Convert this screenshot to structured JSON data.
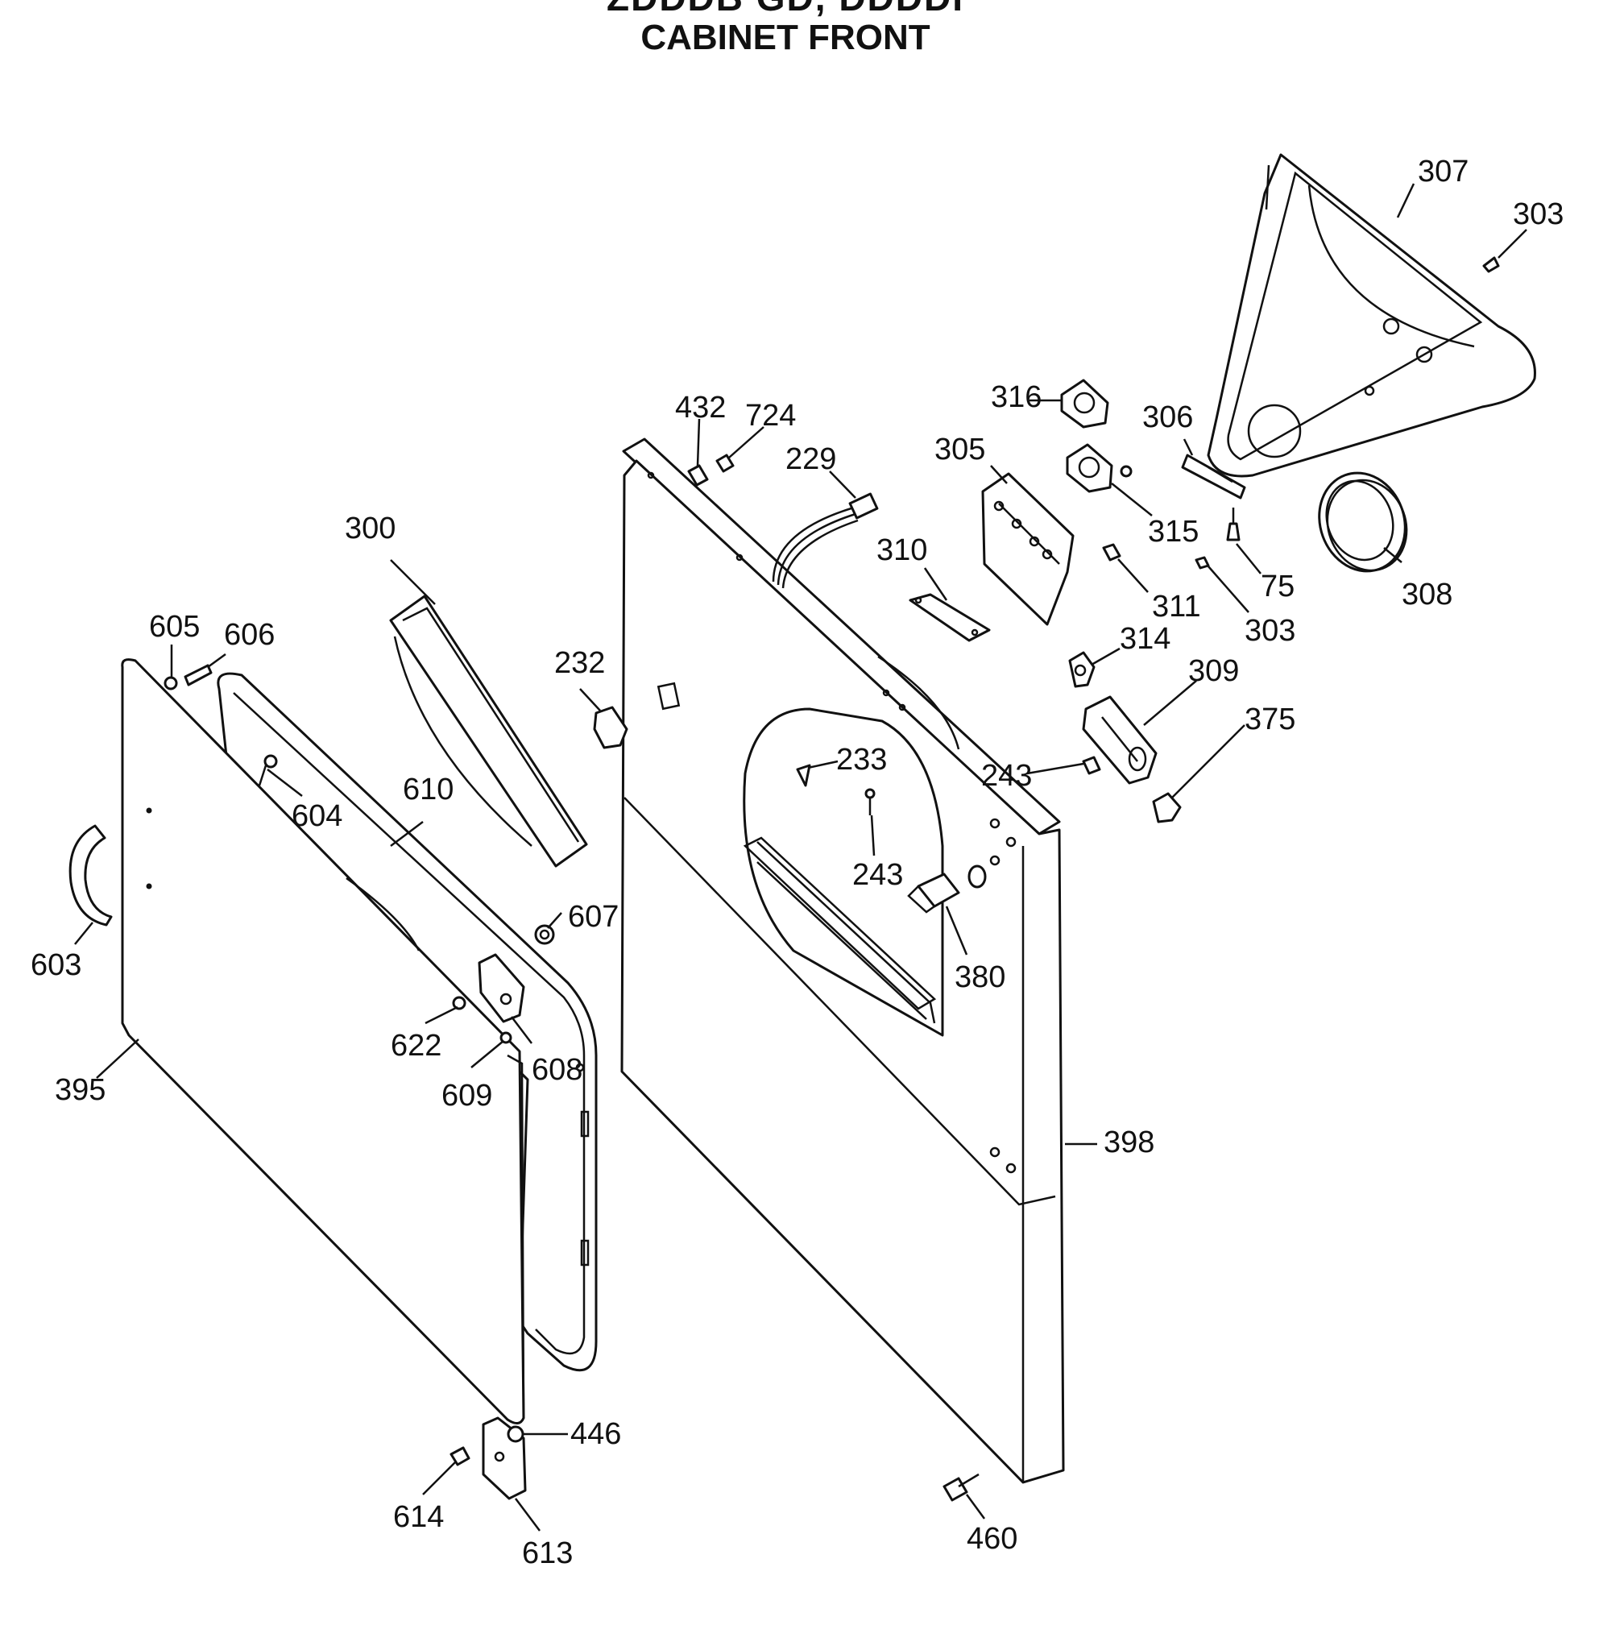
{
  "title": {
    "main": "ZDDDB GD, DDDDI",
    "sub": "CABINET FRONT"
  },
  "callouts": {
    "c75": "75",
    "c229": "229",
    "c232": "232",
    "c233": "233",
    "c243a": "243",
    "c243b": "243",
    "c300": "300",
    "c303a": "303",
    "c303b": "303",
    "c305": "305",
    "c306": "306",
    "c307": "307",
    "c308": "308",
    "c309": "309",
    "c310": "310",
    "c311": "311",
    "c314": "314",
    "c315": "315",
    "c316": "316",
    "c375": "375",
    "c380": "380",
    "c395": "395",
    "c398": "398",
    "c432": "432",
    "c446": "446",
    "c460": "460",
    "c603": "603",
    "c604": "604",
    "c605": "605",
    "c606": "606",
    "c607": "607",
    "c608": "608",
    "c609": "609",
    "c610": "610",
    "c613": "613",
    "c614": "614",
    "c622": "622",
    "c724": "724"
  }
}
